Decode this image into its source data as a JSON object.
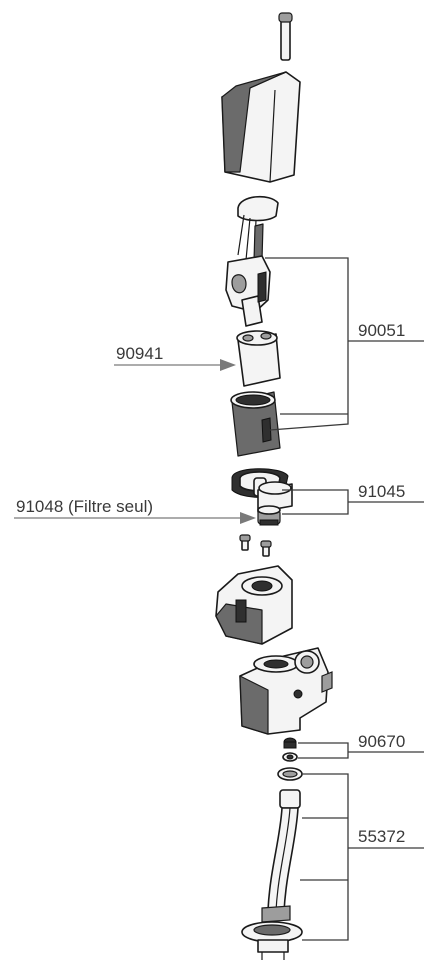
{
  "callouts": {
    "filter_assembly": "90051",
    "battery": "90941",
    "filter_only": "91048 (Filtre seul)",
    "valve_unit": "91045",
    "washers": "90670",
    "hose": "55372"
  }
}
